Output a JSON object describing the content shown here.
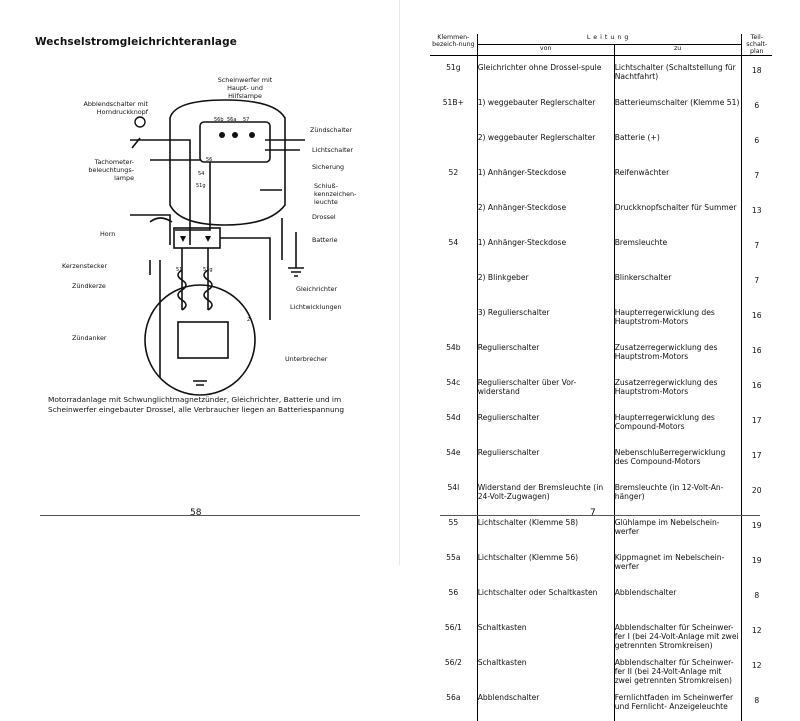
{
  "left": {
    "heading": "Wechselstromgleichrichteranlage",
    "labels": {
      "scheinwerfer": "Scheinwerfer mit Haupt- und Hilfslampe",
      "abblend": "Abblendschalter mit Horndruckknopf",
      "zuend": "Zündschalter",
      "licht": "Lichtschalter",
      "sicherung": "Sicherung",
      "tacho": "Tachometer-beleuchtungs-lampe",
      "schluss": "Schluß-kennzeichen-leuchte",
      "drossel": "Drossel",
      "horn": "Horn",
      "batterie": "Batterie",
      "kerzen": "Kerzenstecker",
      "zuendkerze": "Zündkerze",
      "gleich": "Gleichrichter",
      "lichtw": "Lichtwicklungen",
      "zuendanker": "Zündanker",
      "unterbrecher": "Unterbrecher"
    },
    "terminals": [
      "56b",
      "56a",
      "57",
      "56",
      "54",
      "51g",
      "51",
      "51g",
      "2"
    ],
    "caption": "Motorradanlage mit Schwunglichtmagnetzünder, Gleichrichter, Batterie und im Scheinwerfer eingebauter Drossel, alle Verbraucher liegen an Batteriespannung",
    "page_number": "58"
  },
  "right": {
    "header": {
      "klemmen": "Klemmen-bezeich-nung",
      "leitung": "Leitung",
      "von": "von",
      "zu": "zu",
      "teil": "Teil-schalt-plan"
    },
    "rows": [
      {
        "kl": "51g",
        "von": "Gleichrichter ohne Drossel-spule",
        "zu": "Lichtschalter (Schaltstellung für Nachtfahrt)",
        "teil": "18"
      },
      {
        "kl": "51B+",
        "von": "1) weggebauter Reglerschalter",
        "zu": "Batterieumschalter (Klemme 51)",
        "teil": "6"
      },
      {
        "kl": "",
        "von": "2) weggebauter Reglerschalter",
        "zu": "Batterie (+)",
        "teil": "6"
      },
      {
        "kl": "52",
        "von": "1) Anhänger-Steckdose",
        "zu": "Reifenwächter",
        "teil": "7"
      },
      {
        "kl": "",
        "von": "2) Anhänger-Steckdose",
        "zu": "Druckknopfschalter für Summer",
        "teil": "13"
      },
      {
        "kl": "54",
        "von": "1) Anhänger-Steckdose",
        "zu": "Bremsleuchte",
        "teil": "7"
      },
      {
        "kl": "",
        "von": "2) Blinkgeber",
        "zu": "Blinkerschalter",
        "teil": "7"
      },
      {
        "kl": "",
        "von": "3) Regulierschalter",
        "zu": "Haupterregerwicklung des Hauptstrom-Motors",
        "teil": "16"
      },
      {
        "kl": "54b",
        "von": "Regulierschalter",
        "zu": "Zusatzerregerwicklung des Hauptstrom-Motors",
        "teil": "16"
      },
      {
        "kl": "54c",
        "von": "Regulierschalter über Vor-widerstand",
        "zu": "Zusatzerregerwicklung des Hauptstrom-Motors",
        "teil": "16"
      },
      {
        "kl": "54d",
        "von": "Regulierschalter",
        "zu": "Haupterregerwicklung des Compound-Motors",
        "teil": "17"
      },
      {
        "kl": "54e",
        "von": "Regulierschalter",
        "zu": "Nebenschlußerregerwicklung des Compound-Motors",
        "teil": "17"
      },
      {
        "kl": "54l",
        "von": "Widerstand der Bremsleuchte (in 24-Volt-Zugwagen)",
        "zu": "Bremsleuchte (in 12-Volt-An-hänger)",
        "teil": "20"
      },
      {
        "kl": "55",
        "von": "Lichtschalter (Klemme 58)",
        "zu": "Glühlampe im Nebelschein-werfer",
        "teil": "19"
      },
      {
        "kl": "55a",
        "von": "Lichtschalter (Klemme 56)",
        "zu": "Kippmagnet im Nebelschein-werfer",
        "teil": "19"
      },
      {
        "kl": "56",
        "von": "Lichtschalter oder Schaltkasten",
        "zu": "Abblendschalter",
        "teil": "8"
      },
      {
        "kl": "56/1",
        "von": "Schaltkasten",
        "zu": "Abblendschalter für Scheinwer-fer I (bei 24-Volt-Anlage mit zwei getrennten Stromkreisen)",
        "teil": "12"
      },
      {
        "kl": "56/2",
        "von": "Schaltkasten",
        "zu": "Abblendschalter für Scheinwer-fer II (bei 24-Volt-Anlage mit zwei getrennten Stromkreisen)",
        "teil": "12"
      },
      {
        "kl": "56a",
        "von": "Abblendschalter",
        "zu": "Fernlichtfaden im Scheinwerfer und Fernlicht- Anzeigeleuchte",
        "teil": "8"
      }
    ],
    "page_number": "7"
  }
}
